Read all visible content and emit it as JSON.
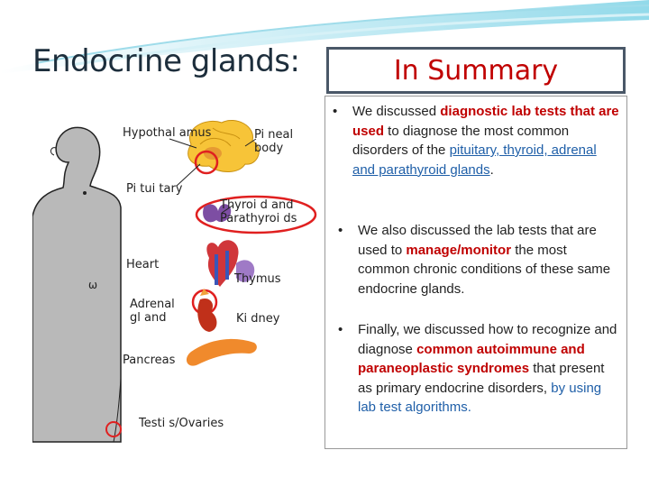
{
  "slide": {
    "title": "Endocrine glands:",
    "summary_title": "In Summary"
  },
  "diagram": {
    "labels": {
      "hypothalamus": "Hypothal amus",
      "pineal": "Pi neal\nbody",
      "pituitary": "Pi tui tary",
      "thyroid": "Thyroi d and\nParathyroi ds",
      "heart": "Heart",
      "thymus": "Thymus",
      "adrenal": "Adrenal\ngl and",
      "kidney": "Ki dney",
      "pancreas": "Pancreas",
      "testis": "Testi s/Ovaries"
    }
  },
  "bullets": [
    {
      "segments": [
        {
          "text": "We discussed ",
          "style": "plain"
        },
        {
          "text": "diagnostic lab tests that are used",
          "style": "red-b"
        },
        {
          "text": " to diagnose the most common disorders of the ",
          "style": "plain"
        },
        {
          "text": "pituitary, thyroid, adrenal and parathyroid glands",
          "style": "link"
        },
        {
          "text": ".",
          "style": "plain"
        }
      ]
    },
    {
      "segments": [
        {
          "text": "We also discussed the lab tests that are used to ",
          "style": "plain"
        },
        {
          "text": "manage/monitor",
          "style": "red-b"
        },
        {
          "text": " the most common chronic conditions  of these same endocrine glands.",
          "style": "plain"
        }
      ]
    },
    {
      "segments": [
        {
          "text": "Finally, we discussed how to recognize and diagnose ",
          "style": "plain"
        },
        {
          "text": "common autoimmune and paraneoplastic syndromes",
          "style": "red-b"
        },
        {
          "text": " that present as primary endocrine disorders, ",
          "style": "plain"
        },
        {
          "text": "by using lab test algorithms.",
          "style": "blue"
        }
      ]
    }
  ],
  "colors": {
    "accent_red": "#c00000",
    "link_blue": "#1f5fa8",
    "swoosh_teal": "#7fd3e6"
  }
}
